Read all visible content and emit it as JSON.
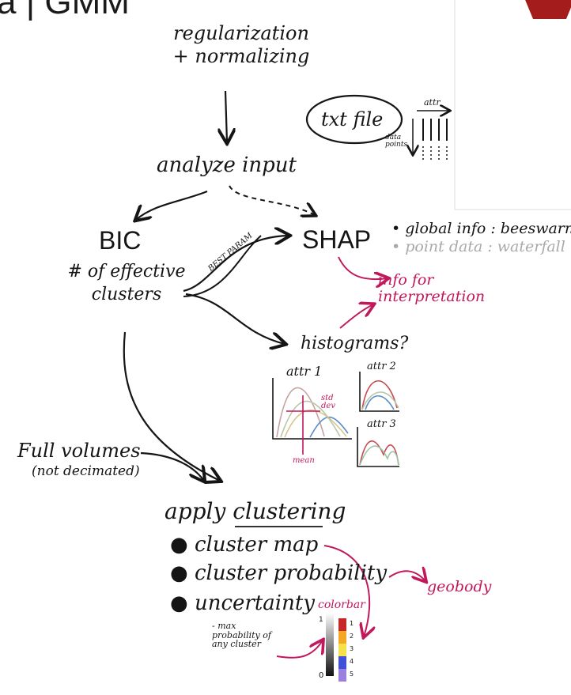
{
  "slide": {
    "title_fragment": "a | GMM"
  },
  "pipeline": {
    "preprocess": "regularization + normalizing",
    "input_file": "txt file",
    "input_attr": "attr",
    "input_points": "data points",
    "analyze": "analyze input",
    "bic": "BIC",
    "bic_desc": "# of effective clusters",
    "best_param": "BEST PARAM",
    "shap": "SHAP",
    "shap_global": "• global info : beeswarm",
    "shap_point": "• point data : waterfall",
    "interpretation": "info for interpretation",
    "histograms": "histograms?",
    "attr1": "attr 1",
    "attr2": "attr 2",
    "attr3": "attr 3",
    "std_dev": "std dev",
    "mean": "mean",
    "full_volumes": "Full volumes",
    "full_volumes_note": "(not decimated)",
    "apply": "apply clustering",
    "outputs": [
      "cluster map",
      "cluster probability",
      "uncertainty"
    ],
    "uncertainty_note": "- max probability of any cluster",
    "geobody": "geobody",
    "colorbar_label": "colorbar",
    "colorbar_ticks": [
      "1",
      "2",
      "3",
      "4",
      "5"
    ],
    "colorbar_zero": "0",
    "colorbar_one": "1"
  },
  "colors": {
    "ink": "#151515",
    "annotation": "#c2185b",
    "muted": "#a9a9a9",
    "logo": "#a51c1c"
  }
}
